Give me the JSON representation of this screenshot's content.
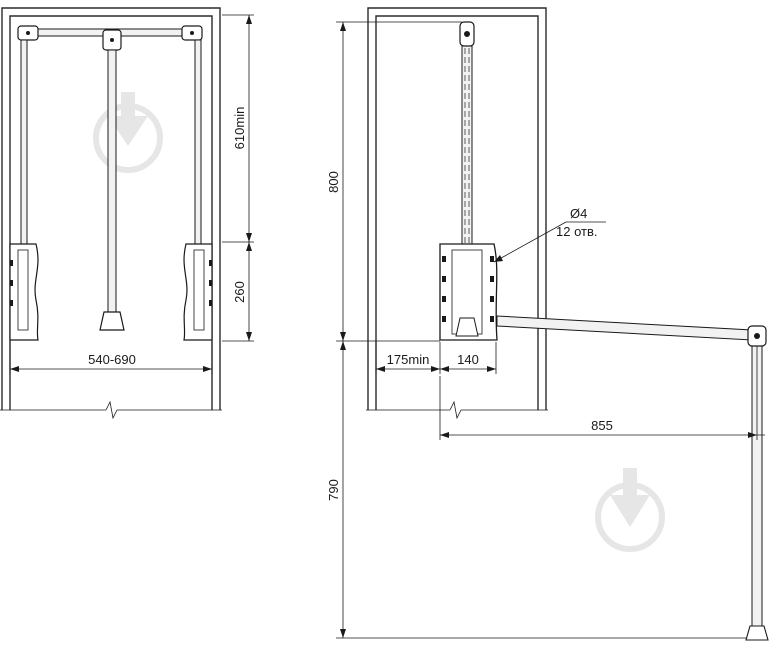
{
  "colors": {
    "line": "#1a1a1a",
    "cabinet": "#2b2b2b",
    "rail": "#f2f2f2",
    "watermark": "#e6e6e6"
  },
  "front_view": {
    "dim_width": "540-690",
    "dim_upper": "610min",
    "dim_lower": "260"
  },
  "side_view": {
    "dim_height": "800",
    "dim_reach": "790",
    "dim_offset": "175min",
    "dim_depth": "140",
    "dim_extension": "855",
    "hole_diameter": "Ø4",
    "hole_count": "12 отв."
  },
  "watermarks": [
    "logo-icon",
    "logo-icon"
  ]
}
